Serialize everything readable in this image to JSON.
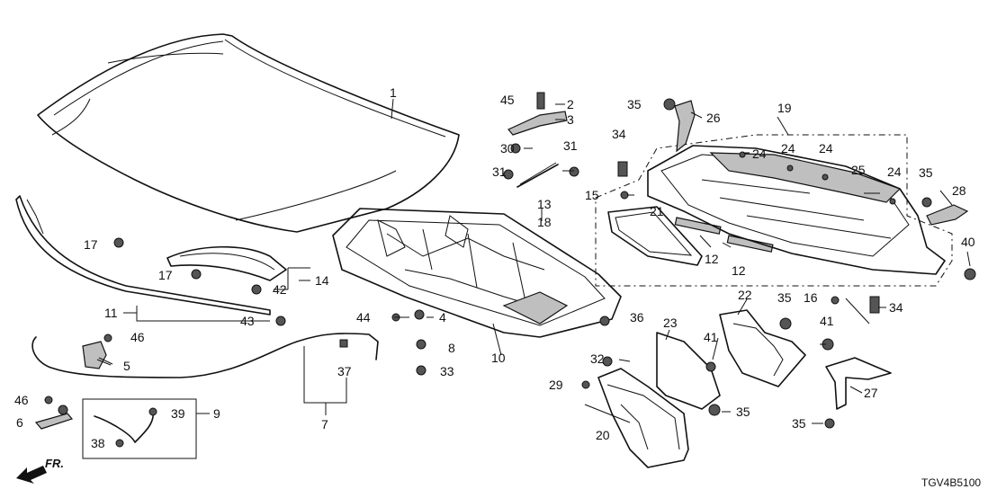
{
  "callouts": {
    "c1": "1",
    "c2": "2",
    "c3": "3",
    "c4": "4",
    "c5": "5",
    "c6": "6",
    "c7": "7",
    "c8": "8",
    "c9": "9",
    "c10": "10",
    "c11": "11",
    "c12a": "12",
    "c12b": "12",
    "c13": "13",
    "c14": "14",
    "c15": "15",
    "c16": "16",
    "c17a": "17",
    "c17b": "17",
    "c18": "18",
    "c19": "19",
    "c20": "20",
    "c21": "21",
    "c22": "22",
    "c23": "23",
    "c24a": "24",
    "c24b": "24",
    "c24c": "24",
    "c24d": "24",
    "c25": "25",
    "c26": "26",
    "c27": "27",
    "c28": "28",
    "c29": "29",
    "c30": "30",
    "c31a": "31",
    "c31b": "31",
    "c32": "32",
    "c33": "33",
    "c34a": "34",
    "c34b": "34",
    "c35a": "35",
    "c35b": "35",
    "c35c": "35",
    "c35d": "35",
    "c35e": "35",
    "c36": "36",
    "c37": "37",
    "c38": "38",
    "c39": "39",
    "c40": "40",
    "c41a": "41",
    "c41b": "41",
    "c42": "42",
    "c43": "43",
    "c44": "44",
    "c45": "45",
    "c46a": "46",
    "c46b": "46"
  },
  "direction_label": "FR.",
  "diagram_code": "TGV4B5100"
}
